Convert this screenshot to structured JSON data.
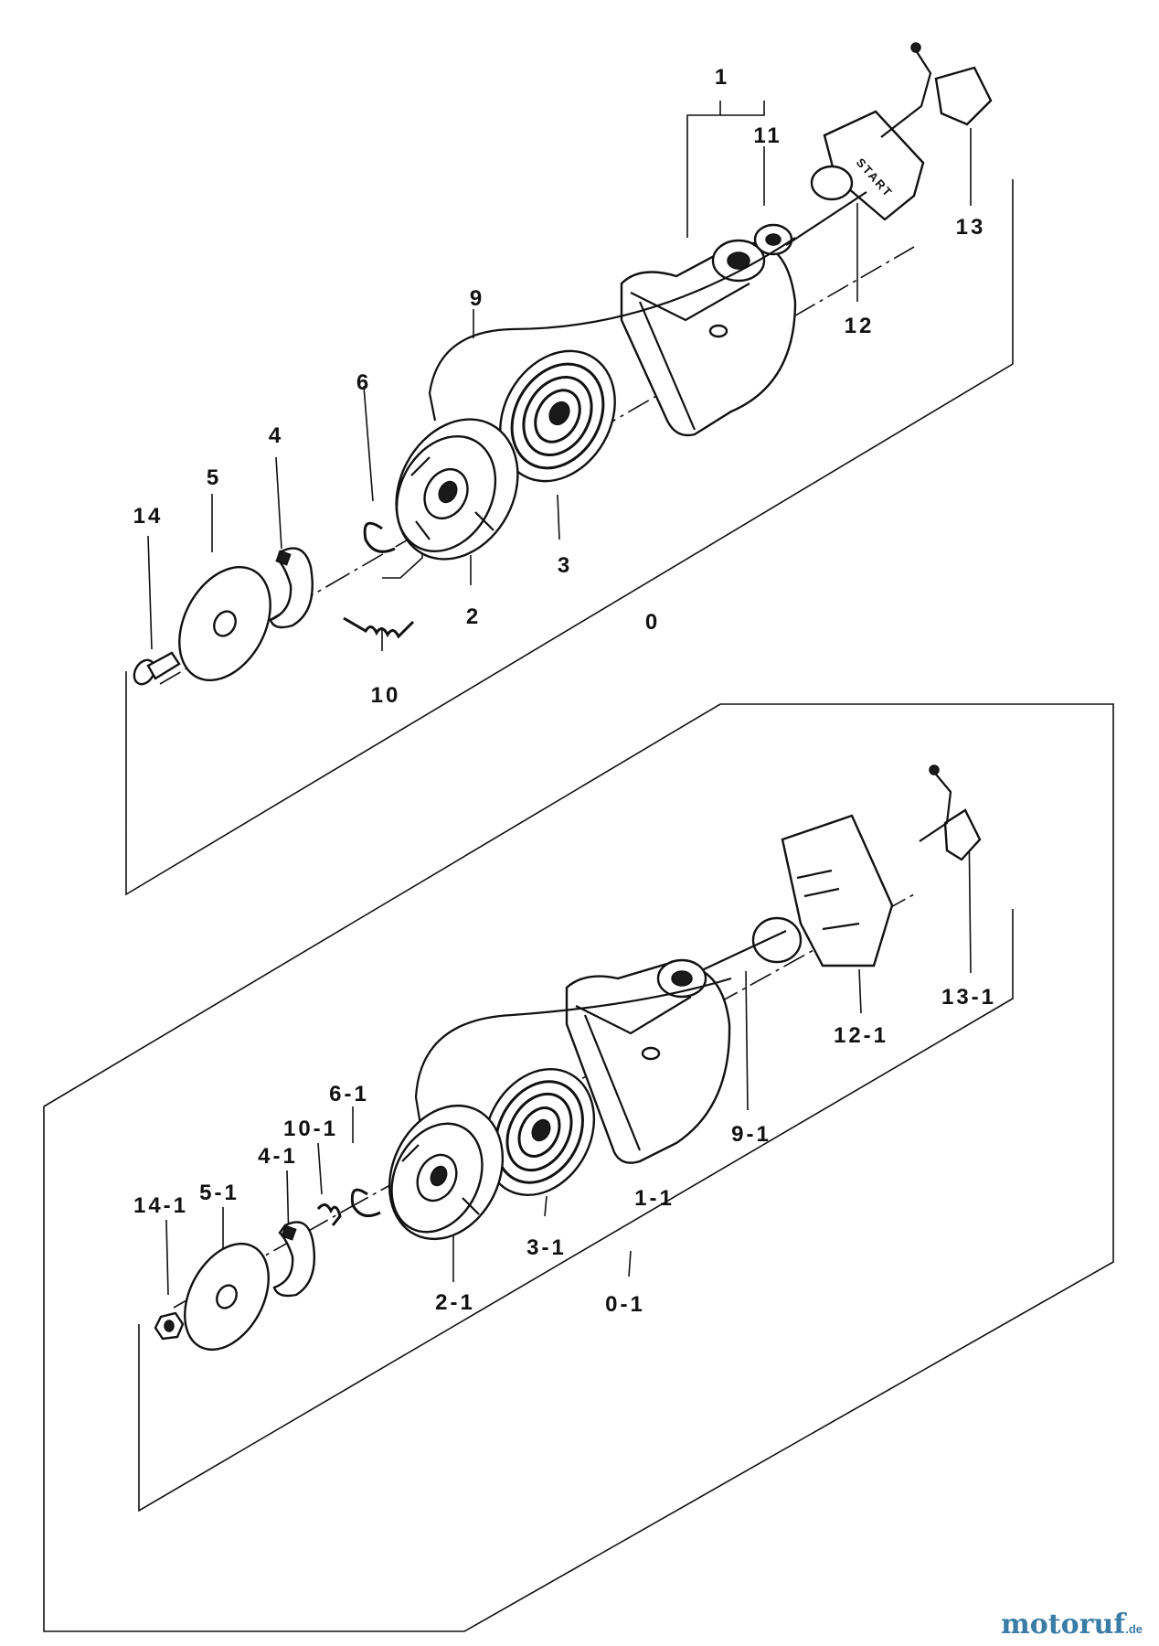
{
  "labels_upper": {
    "l0": "0",
    "l1": "1",
    "l2": "2",
    "l3": "3",
    "l4": "4",
    "l5": "5",
    "l6": "6",
    "l9": "9",
    "l10": "10",
    "l11": "11",
    "l12": "12",
    "l13": "13",
    "l14": "14"
  },
  "labels_lower": {
    "l0": "0-1",
    "l1": "1-1",
    "l2": "2-1",
    "l3": "3-1",
    "l4": "4-1",
    "l5": "5-1",
    "l6": "6-1",
    "l9": "9-1",
    "l10": "10-1",
    "l12": "12-1",
    "l13": "13-1",
    "l14": "14-1"
  },
  "handle_text": "START",
  "watermark": {
    "name": "motoruf",
    "tld": ".de"
  },
  "colors": {
    "line": "#111111",
    "watermark": "#3a7ca5"
  }
}
